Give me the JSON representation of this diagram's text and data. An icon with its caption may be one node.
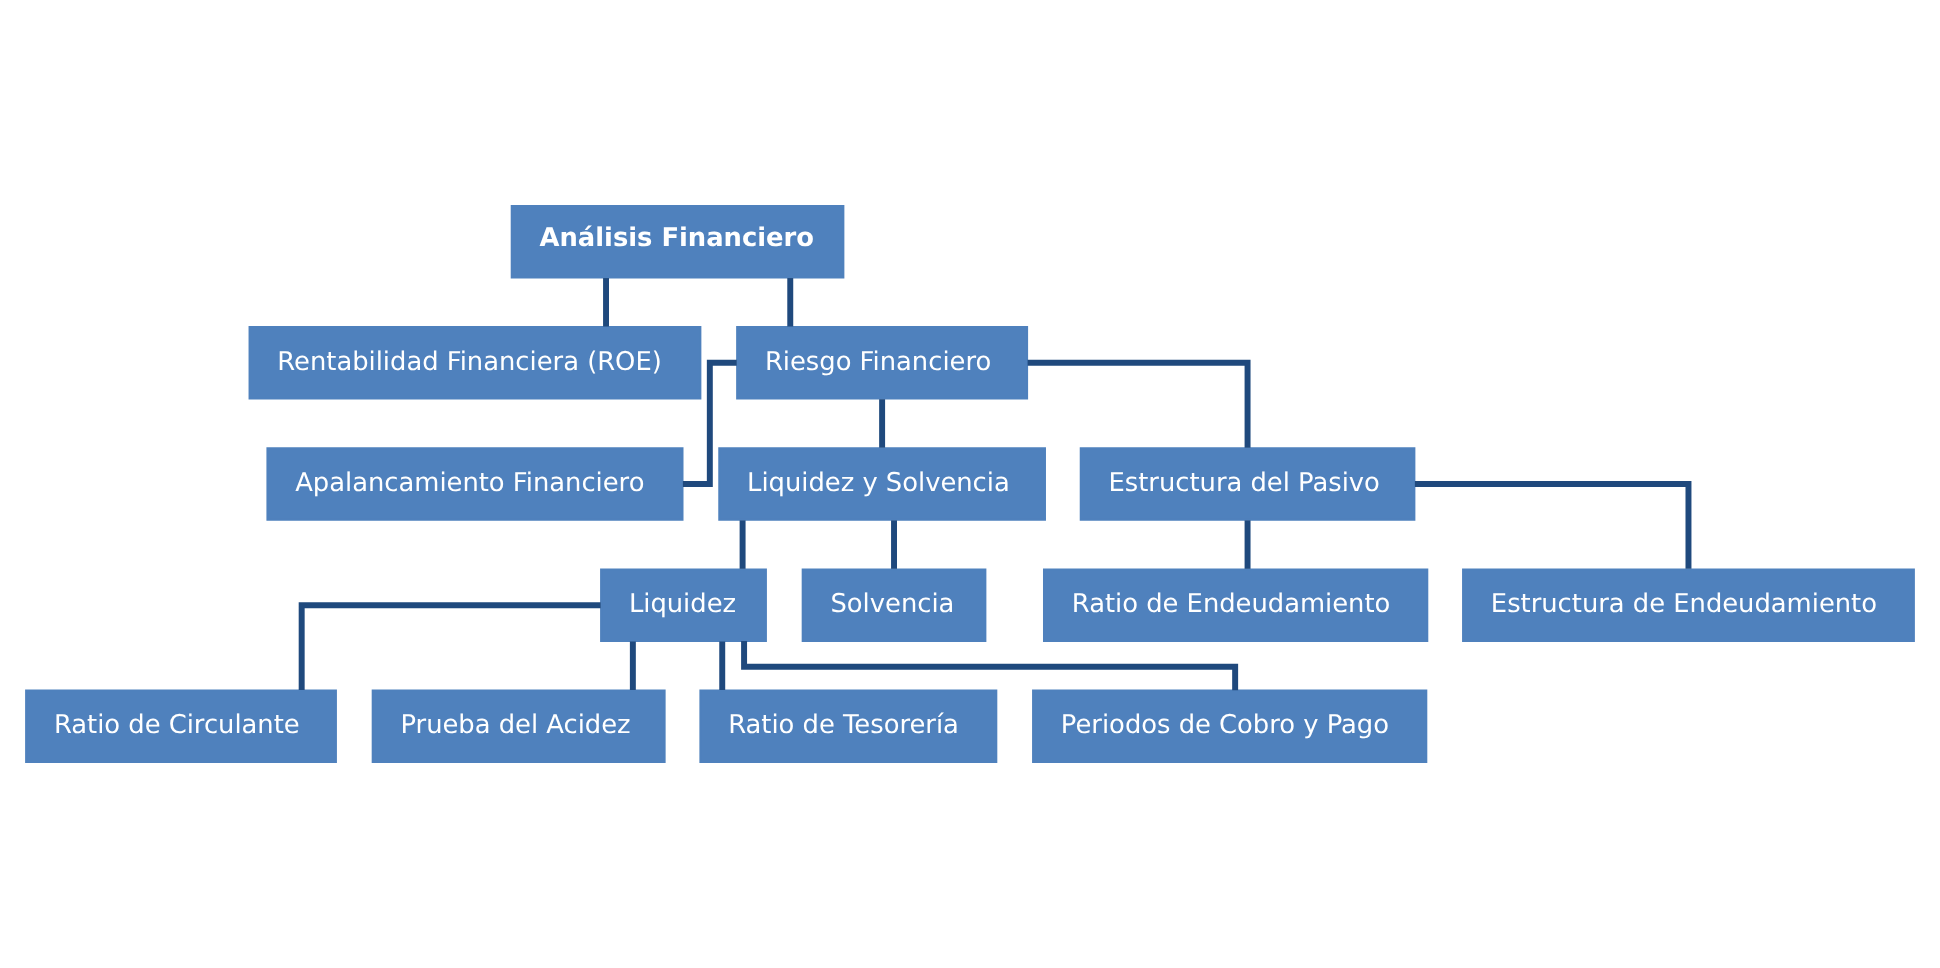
{
  "diagram": {
    "nodes": [
      {
        "text": [
          "Análisis Financiero"
        ]
      },
      {
        "text": [
          "Rentabilidad Financiera (ROE)"
        ]
      },
      {
        "text": [
          "Riesgo Financiero"
        ]
      },
      {
        "text": [
          "Apalancamiento Financiero"
        ]
      },
      {
        "text": [
          "Liquidez y Solvencia"
        ]
      },
      {
        "text": [
          "Estructura del Pasivo"
        ]
      },
      {
        "text": [
          "Liquidez"
        ]
      },
      {
        "text": [
          "Solvencia"
        ]
      },
      {
        "text": [
          "Ratio de Circulante"
        ]
      },
      {
        "text": [
          "Prueba del Acidez"
        ]
      },
      {
        "text": [
          "Ratio de Tesorería"
        ]
      },
      {
        "text": [
          "Periodos de Cobro y Pago"
        ]
      },
      {
        "text": [
          "Ratio de Endeudamiento"
        ]
      },
      {
        "text": [
          "Estructura de Endeudamiento"
        ]
      }
    ],
    "edges": [
      {
        "from": 0,
        "to": 1,
        "arrow": "none"
      },
      {
        "from": 0,
        "to": 2,
        "arrow": "none"
      },
      {
        "from": 2,
        "to": 3,
        "arrow": "none"
      },
      {
        "from": 2,
        "to": 4,
        "arrow": "none"
      },
      {
        "from": 2,
        "to": 5,
        "arrow": "none"
      },
      {
        "from": 4,
        "to": 6,
        "arrow": "none"
      },
      {
        "from": 4,
        "to": 7,
        "arrow": "none"
      },
      {
        "from": 6,
        "to": 8,
        "arrow": "none"
      },
      {
        "from": 6,
        "to": 9,
        "arrow": "none"
      },
      {
        "from": 6,
        "to": 10,
        "arrow": "none"
      },
      {
        "from": 6,
        "to": 11,
        "arrow": "none"
      },
      {
        "from": 5,
        "to": 12,
        "arrow": "none"
      },
      {
        "from": 5,
        "to": 13,
        "arrow": "none"
      }
    ]
  }
}
